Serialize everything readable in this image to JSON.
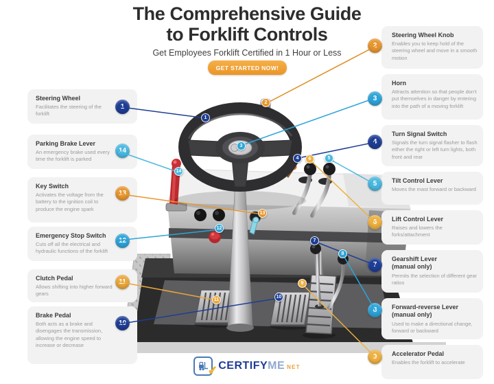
{
  "header": {
    "title_line1": "The Comprehensive Guide",
    "title_line2": "to Forklift Controls",
    "subtitle": "Get Employees Forklift Certified in 1 Hour or Less",
    "cta_label": "GET STARTED NOW!"
  },
  "callouts_left": [
    {
      "num": "1",
      "title": "Steering Wheel",
      "desc": "Facilitates the steering of the forklift"
    },
    {
      "num": "14",
      "title": "Parking Brake Lever",
      "desc": "An emergency brake used every time the forklift is parked"
    },
    {
      "num": "13",
      "title": "Key Switch",
      "desc": "Activates the voltage from the battery to the ignition coil to produce the engine spark"
    },
    {
      "num": "12",
      "title": "Emergency Stop Switch",
      "desc": "Cuts off all the electrical and hydraulic functions of the forklift"
    },
    {
      "num": "11",
      "title": "Clutch Pedal",
      "desc": "Allows shifting into higher forward gears"
    },
    {
      "num": "10",
      "title": "Brake Pedal",
      "desc": "Both acts as a brake and disengages the transmission, allowing the engine speed to increase or decrease"
    }
  ],
  "callouts_right": [
    {
      "num": "2",
      "title": "Steering Wheel Knob",
      "desc": "Enables you to keep hold of the steering wheel and move in a smooth motion"
    },
    {
      "num": "3",
      "title": "Horn",
      "desc": "Attracts attention so that people don't put themselves in danger by entering into the path of a moving forklift"
    },
    {
      "num": "4",
      "title": "Turn Signal Switch",
      "desc": "Signals the turn signal flasher to flash either the right or left turn lights, both front and rear"
    },
    {
      "num": "5",
      "title": "Tilt Control Lever",
      "desc": "Moves the mast forward or backward"
    },
    {
      "num": "6",
      "title": "Lift Control Lever",
      "desc": "Raises and lowers the forks/attachment"
    },
    {
      "num": "7",
      "title": "Gearshift Lever",
      "title2": "(manual only)",
      "desc": "Permits the selection of different gear ratios"
    },
    {
      "num": "8",
      "title": "Forward-reverse Lever",
      "title2": "(manual only)",
      "desc": "Used to make a directional change, forward or backward"
    },
    {
      "num": "9",
      "title": "Accelerator Pedal",
      "desc": "Enables the forklift to accelerate"
    }
  ],
  "colors": {
    "navy": "#1e3d94",
    "blue": "#2da4d8",
    "cyan": "#49b8e0",
    "orange": "#e8962f",
    "amber": "#eaa73c",
    "yellow": "#eeb041",
    "cta_orange": "#ef9f33",
    "box_gray": "#f2f2f2"
  },
  "footer": {
    "brand_part1": "CERTIFY",
    "brand_part2": "ME",
    "brand_suffix": "NET",
    "logo_icon": "forklift-badge-icon",
    "check_icon": "checkmark-icon"
  }
}
